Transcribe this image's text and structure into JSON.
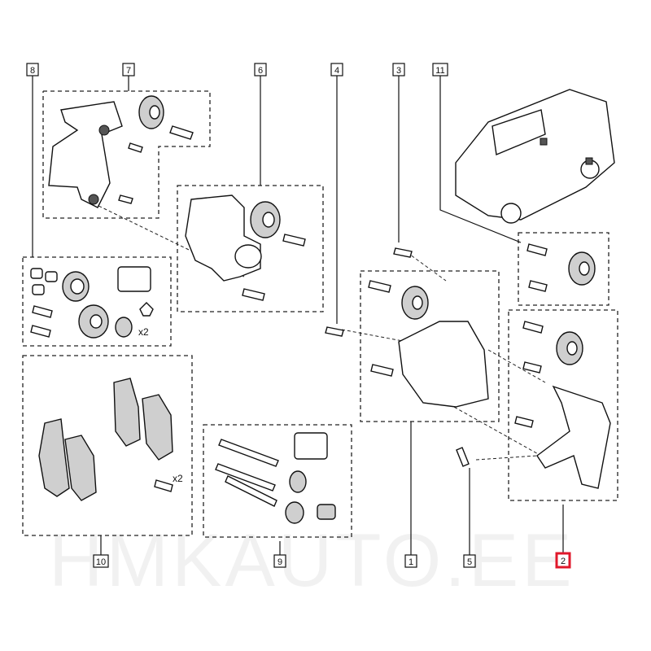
{
  "diagram": {
    "watermark": "HMKAUTO.EE",
    "quantity_note": "x2",
    "callouts": {
      "c1": "1",
      "c2": "2",
      "c3": "3",
      "c4": "4",
      "c5": "5",
      "c6": "6",
      "c7": "7",
      "c8": "8",
      "c9": "9",
      "c10": "10",
      "c11": "11"
    },
    "selected_callout": "2",
    "highlight_color": "#e0182b"
  }
}
